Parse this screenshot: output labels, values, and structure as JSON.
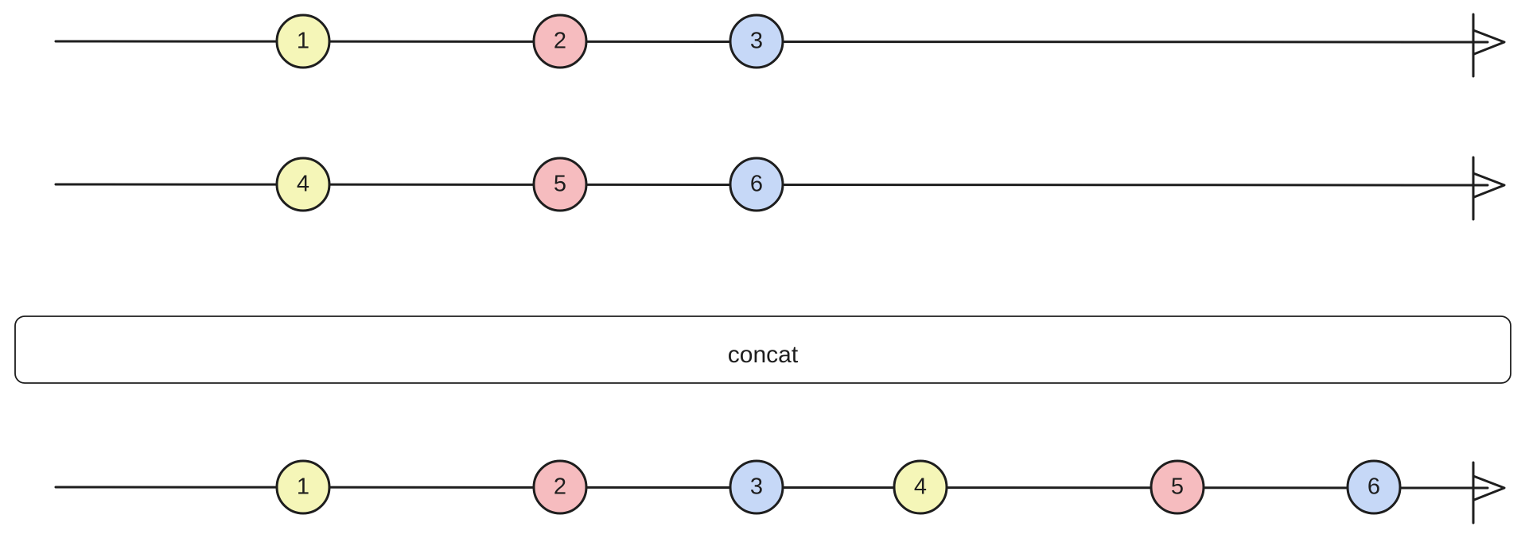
{
  "diagram": {
    "colors": {
      "stroke": "#1e1e1e",
      "yellow": "#f5f6b8",
      "red": "#f6bcbf",
      "blue": "#c6d8f7",
      "background": "#ffffff"
    },
    "timelines": [
      {
        "id": "source-1",
        "marbles": [
          {
            "label": "1",
            "color": "yellow"
          },
          {
            "label": "2",
            "color": "red"
          },
          {
            "label": "3",
            "color": "blue"
          }
        ]
      },
      {
        "id": "source-2",
        "marbles": [
          {
            "label": "4",
            "color": "yellow"
          },
          {
            "label": "5",
            "color": "red"
          },
          {
            "label": "6",
            "color": "blue"
          }
        ]
      },
      {
        "id": "output",
        "marbles": [
          {
            "label": "1",
            "color": "yellow"
          },
          {
            "label": "2",
            "color": "red"
          },
          {
            "label": "3",
            "color": "blue"
          },
          {
            "label": "4",
            "color": "yellow"
          },
          {
            "label": "5",
            "color": "red"
          },
          {
            "label": "6",
            "color": "blue"
          }
        ]
      }
    ],
    "operator": {
      "label": "concat"
    }
  }
}
